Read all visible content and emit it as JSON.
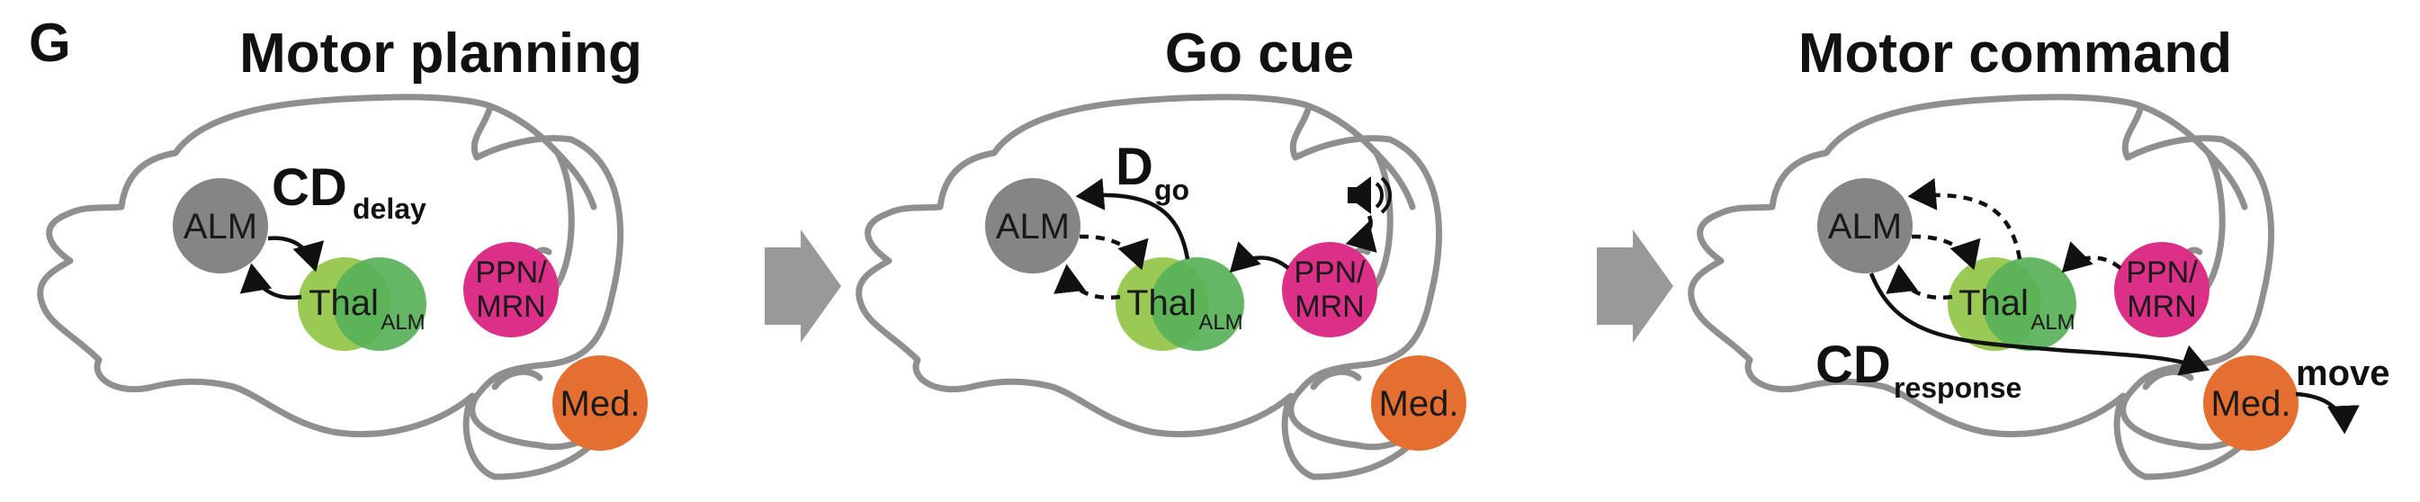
{
  "panel_letter": "G",
  "panels": [
    {
      "title": "Motor planning",
      "alm": "ALM",
      "thal": "Thal",
      "thal_sub": "ALM",
      "ppn_line1": "PPN/",
      "ppn_line2": "MRN",
      "med": "Med.",
      "signal": "CD",
      "signal_sub": "delay"
    },
    {
      "title": "Go cue",
      "alm": "ALM",
      "thal": "Thal",
      "thal_sub": "ALM",
      "ppn_line1": "PPN/",
      "ppn_line2": "MRN",
      "med": "Med.",
      "signal": "D",
      "signal_sub": "go",
      "icon": "speaker-icon"
    },
    {
      "title": "Motor command",
      "alm": "ALM",
      "thal": "Thal",
      "thal_sub": "ALM",
      "ppn_line1": "PPN/",
      "ppn_line2": "MRN",
      "med": "Med.",
      "signal": "CD",
      "signal_sub": "response",
      "action": "move"
    }
  ],
  "colors": {
    "alm": "#858585",
    "thal_light": "#9bc955",
    "thal_dark": "#58b158",
    "ppn": "#dc2f87",
    "med": "#e56f31",
    "transition_arrow": "#999999",
    "brain_outline": "#8f8f8f"
  }
}
